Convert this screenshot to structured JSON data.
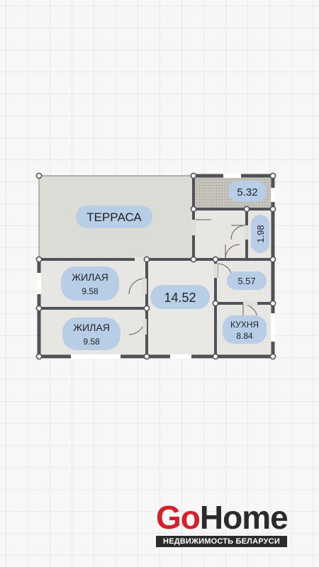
{
  "colors": {
    "background": "#f7f7f7",
    "grid": "#dedede",
    "wall": "#4f5358",
    "room_fill": "#e7e6e2",
    "terrace_fill": "#ddddd7",
    "hatch_fill": "#c7c4bd",
    "label_bg": "#b8cde6",
    "label_text": "#1f2124",
    "node_stroke": "#4f5358",
    "brand_red": "#d4202a",
    "brand_dark": "#2b2b2b"
  },
  "rooms": [
    {
      "id": "terrace",
      "name": "ТЕРРАСА",
      "area": ""
    },
    {
      "id": "storage",
      "name": "",
      "area": "5.32"
    },
    {
      "id": "closet",
      "name": "",
      "area": "1.98"
    },
    {
      "id": "living-1",
      "name": "ЖИЛАЯ",
      "area": "9.58"
    },
    {
      "id": "living-2",
      "name": "ЖИЛАЯ",
      "area": "9.58"
    },
    {
      "id": "hall",
      "name": "",
      "area": "14.52"
    },
    {
      "id": "bathroom",
      "name": "",
      "area": "5.57"
    },
    {
      "id": "kitchen",
      "name": "КУХНЯ",
      "area": "8.84"
    }
  ],
  "brand": {
    "go": "Go",
    "home": "Home",
    "tagline": "НЕДВИЖИМОСТЬ БЕЛАРУСИ"
  }
}
